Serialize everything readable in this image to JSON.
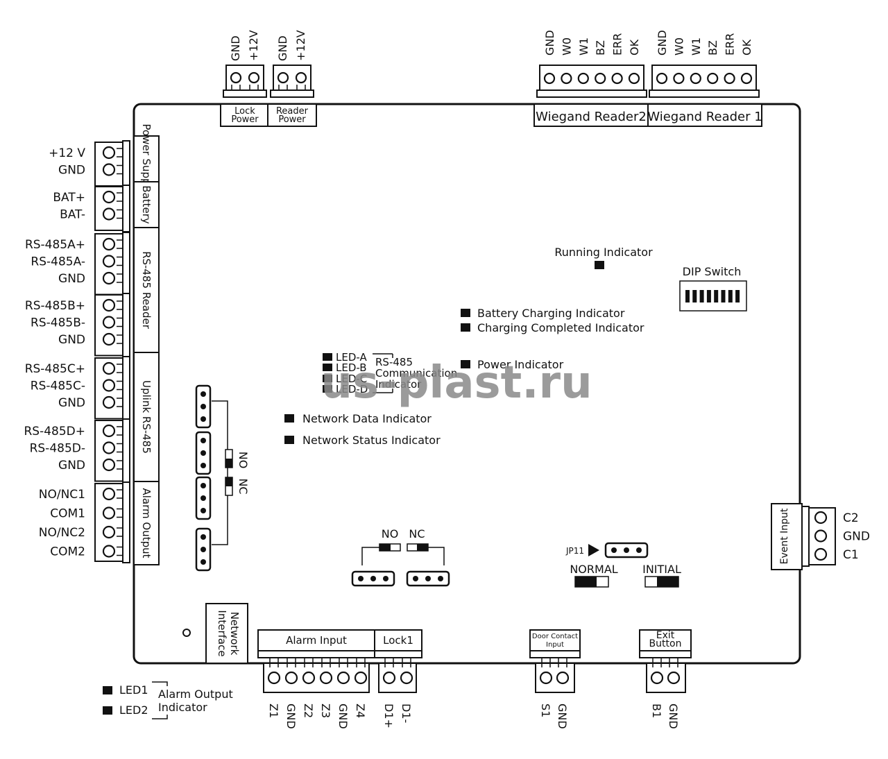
{
  "top_left_terminals": [
    {
      "pins": [
        "GND",
        "+12V"
      ],
      "label_lines": [
        "Lock",
        "Power"
      ]
    },
    {
      "pins": [
        "GND",
        "+12V"
      ],
      "label_lines": [
        "Reader",
        "Power"
      ]
    }
  ],
  "top_right_terminals": [
    {
      "pins": [
        "GND",
        "W0",
        "W1",
        "BZ",
        "ERR",
        "OK"
      ],
      "label": "Wiegand Reader2"
    },
    {
      "pins": [
        "GND",
        "W0",
        "W1",
        "BZ",
        "ERR",
        "OK"
      ],
      "label": "Wiegand Reader 1"
    }
  ],
  "left_terminals": [
    {
      "pins": [
        "+12 V",
        "GND"
      ],
      "label": "Power Supply"
    },
    {
      "pins": [
        "BAT+",
        "BAT-"
      ],
      "label": "Battery"
    },
    {
      "pins": [
        "RS-485A+",
        "RS-485A-",
        "GND"
      ],
      "label": "RS-485 Reader"
    },
    {
      "pins": [
        "RS-485B+",
        "RS-485B-",
        "GND"
      ],
      "label": ""
    },
    {
      "pins": [
        "RS-485C+",
        "RS-485C-",
        "GND"
      ],
      "label": "Uplink RS-485"
    },
    {
      "pins": [
        "RS-485D+",
        "RS-485D-",
        "GND"
      ],
      "label": ""
    },
    {
      "pins": [
        "NO/NC1",
        "COM1",
        "NO/NC2",
        "COM2"
      ],
      "label": "Alarm Output"
    }
  ],
  "right_terminal": {
    "pins": [
      "C2",
      "GND",
      "C1"
    ],
    "label": "Event Input"
  },
  "bottom_terminals": [
    {
      "pins": [
        "Z1",
        "GND",
        "Z2",
        "Z3",
        "GND",
        "Z4"
      ],
      "label_lines": [
        "Alarm Input"
      ]
    },
    {
      "pins": [
        "D1+",
        "D1-"
      ],
      "label_lines": [
        "Lock1"
      ]
    },
    {
      "pins": [
        "S1",
        "GND"
      ],
      "label_lines": [
        "Door Contact",
        "Input"
      ]
    },
    {
      "pins": [
        "B1",
        "GND"
      ],
      "label_lines": [
        "Exit",
        "Button"
      ]
    }
  ],
  "network_interface": [
    "Network",
    "Interface"
  ],
  "indicators": {
    "running": "Running Indicator",
    "dip_switch": "DIP Switch",
    "battery_charging": "Battery Charging Indicator",
    "charging_completed": "Charging Completed Indicator",
    "power": "Power Indicator",
    "network_data": "Network Data Indicator",
    "network_status": "Network Status Indicator",
    "led_a": "LED-A",
    "led_b": "LED-B",
    "led_c": "LED-C",
    "led_d": "LED-D",
    "rs485_group": [
      "RS-485",
      "Communication",
      "Indicator"
    ]
  },
  "jumpers": {
    "left_no": "NO",
    "left_nc": "NC",
    "center_no": "NO",
    "center_nc": "NC",
    "jp11": "JP11",
    "normal": "NORMAL",
    "initial": "INITIAL"
  },
  "alarm_output_leds": {
    "led1": "LED1",
    "led2": "LED2",
    "label_lines": [
      "Alarm Output",
      "Indicator"
    ]
  },
  "watermark": "us-plast.ru"
}
